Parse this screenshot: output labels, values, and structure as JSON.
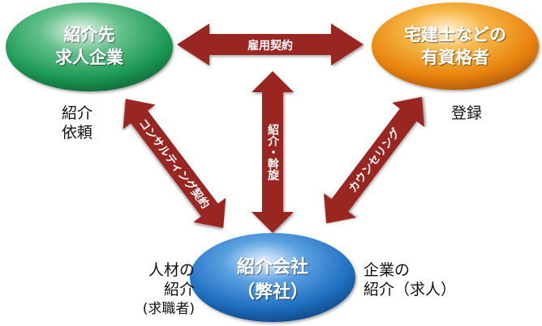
{
  "nodes": {
    "client": {
      "lines": [
        "紹介先",
        "求人企業"
      ]
    },
    "candidate": {
      "lines": [
        "宅建士などの",
        "有資格者"
      ]
    },
    "company": {
      "lines": [
        "紹介会社",
        "（弊社）"
      ]
    }
  },
  "arrows": {
    "top": {
      "label": "雇用契約"
    },
    "center": {
      "label": "紹介・斡旋"
    },
    "left": {
      "label": "コンサルティング契約"
    },
    "right": {
      "label": "カウンセリング"
    }
  },
  "notes": {
    "request": [
      "紹介",
      "依頼"
    ],
    "register": [
      "登録"
    ],
    "talent": [
      "人材の",
      "紹介",
      "(求職者)"
    ],
    "job": [
      "企業の",
      "紹介（求人）"
    ]
  },
  "colors": {
    "arrow": "#9a2820",
    "green": "#1e9a56",
    "orange": "#e8830e",
    "blue": "#1f6fc0"
  }
}
